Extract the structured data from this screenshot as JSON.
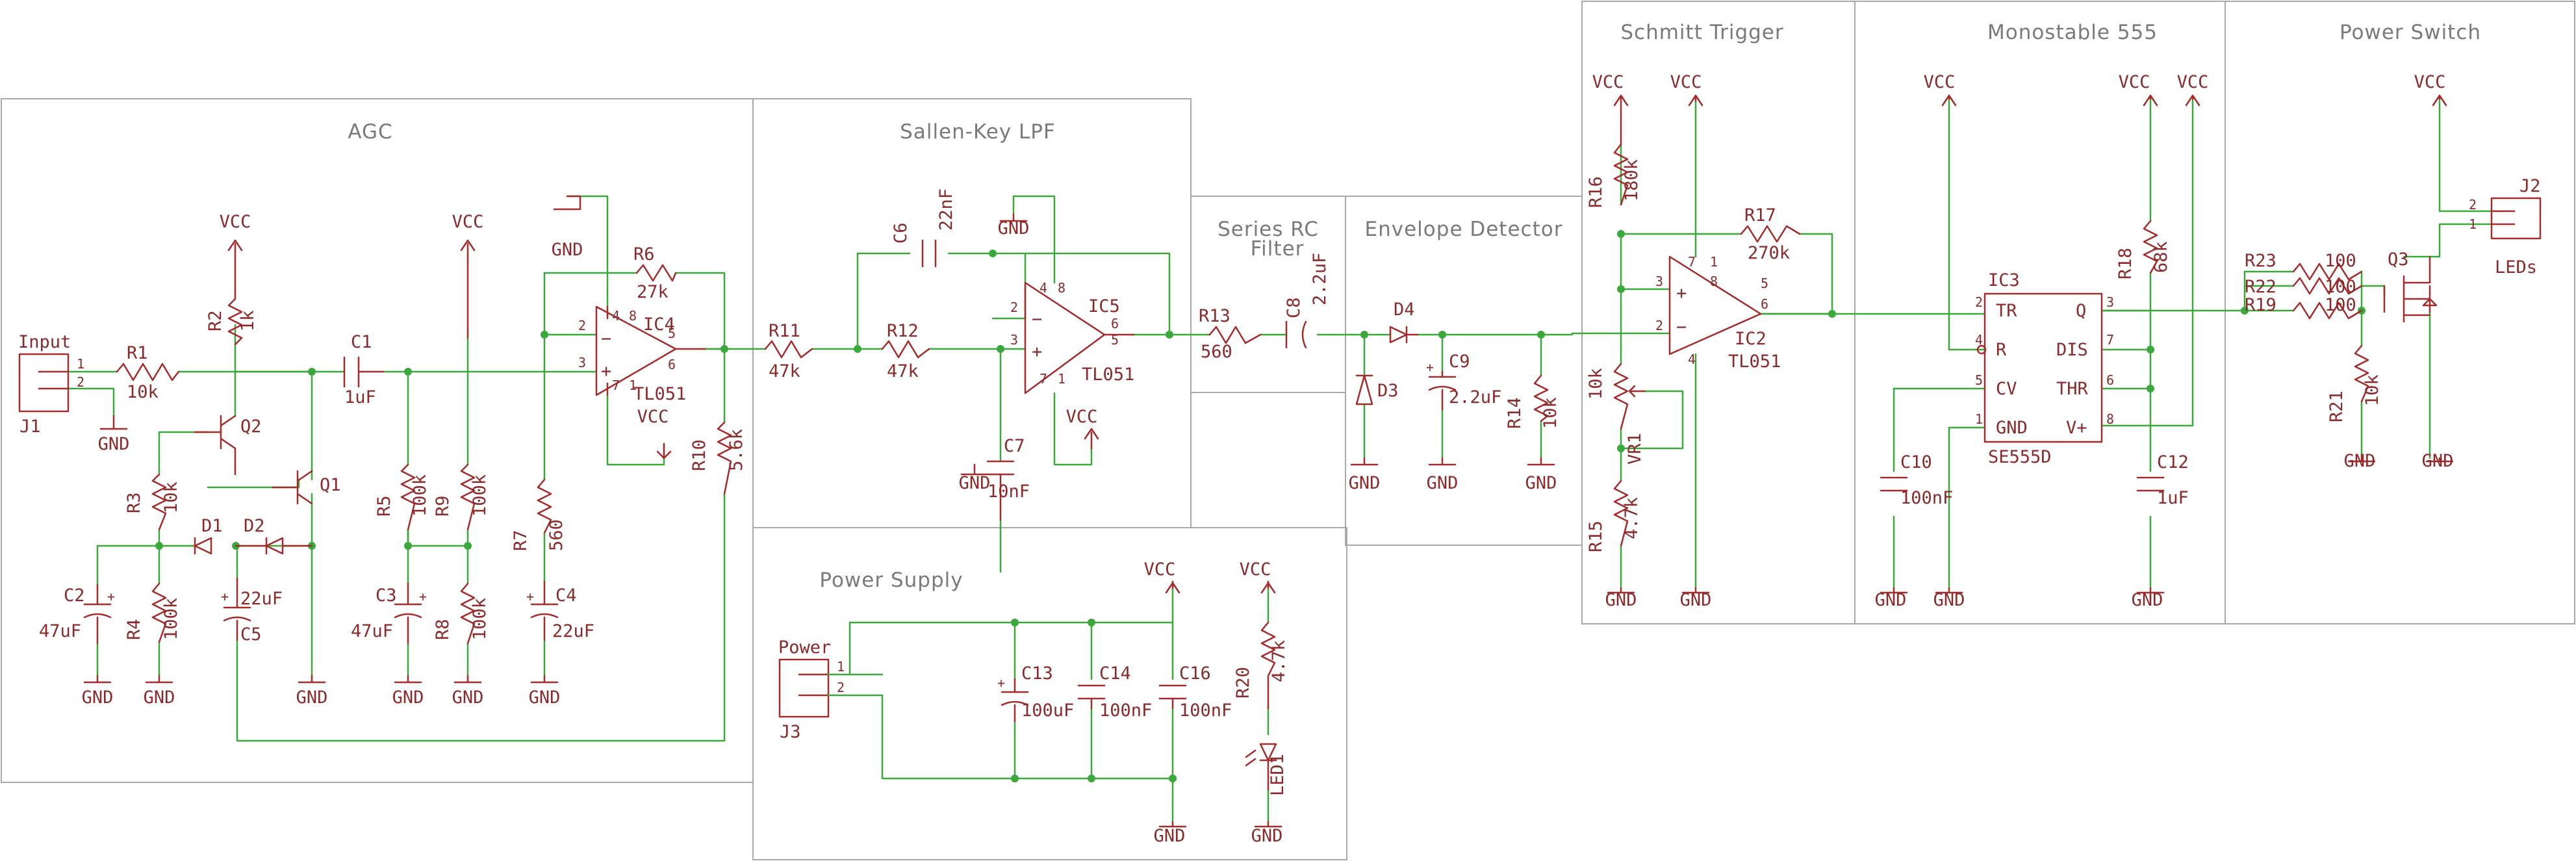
{
  "sections": {
    "agc": "AGC",
    "sallen": "Sallen-Key LPF",
    "series_rc_1": "Series RC",
    "series_rc_2": "Filter",
    "envelope": "Envelope Detector",
    "schmitt": "Schmitt Trigger",
    "mono": "Monostable 555",
    "power_switch": "Power Switch",
    "power_supply": "Power Supply"
  },
  "nets": {
    "vcc": "VCC",
    "gnd": "GND"
  },
  "pins": {
    "p1": "1",
    "p2": "2",
    "p3": "3",
    "p4": "4",
    "p5": "5",
    "p6": "6",
    "p7": "7",
    "p8": "8"
  },
  "parts": {
    "J1": {
      "ref": "J1",
      "value": "Input"
    },
    "R1": {
      "ref": "R1",
      "value": "10k"
    },
    "R2": {
      "ref": "R2",
      "value": "1k"
    },
    "R3": {
      "ref": "R3",
      "value": "10k"
    },
    "R4": {
      "ref": "R4",
      "value": "100k"
    },
    "Q1": {
      "ref": "Q1"
    },
    "Q2": {
      "ref": "Q2"
    },
    "D1": {
      "ref": "D1"
    },
    "D2": {
      "ref": "D2"
    },
    "C1": {
      "ref": "C1",
      "value": "1uF"
    },
    "C2": {
      "ref": "C2",
      "value": "47uF"
    },
    "C3": {
      "ref": "C3",
      "value": "47uF"
    },
    "C4": {
      "ref": "C4",
      "value": "22uF"
    },
    "C5": {
      "ref": "C5",
      "value": "22uF"
    },
    "R5": {
      "ref": "R5",
      "value": "100k"
    },
    "R8": {
      "ref": "R8",
      "value": "100k"
    },
    "R9": {
      "ref": "R9",
      "value": "100k"
    },
    "R7": {
      "ref": "R7",
      "value": "560"
    },
    "R6": {
      "ref": "R6",
      "value": "27k"
    },
    "R10": {
      "ref": "R10",
      "value": "5.6k"
    },
    "IC4": {
      "ref": "IC4",
      "value": "TL051"
    },
    "R11": {
      "ref": "R11",
      "value": "47k"
    },
    "R12": {
      "ref": "R12",
      "value": "47k"
    },
    "C6": {
      "ref": "C6",
      "value": "22nF"
    },
    "C7": {
      "ref": "C7",
      "value": "10nF"
    },
    "IC5": {
      "ref": "IC5",
      "value": "TL051"
    },
    "R13": {
      "ref": "R13",
      "value": "560"
    },
    "C8": {
      "ref": "C8",
      "value": "2.2uF"
    },
    "D3": {
      "ref": "D3"
    },
    "D4": {
      "ref": "D4"
    },
    "C9": {
      "ref": "C9",
      "value": "2.2uF"
    },
    "R14": {
      "ref": "R14",
      "value": "10k"
    },
    "R16": {
      "ref": "R16",
      "value": "180k"
    },
    "R17": {
      "ref": "R17",
      "value": "270k"
    },
    "VR1": {
      "ref": "VR1",
      "value": "10k"
    },
    "R15": {
      "ref": "R15",
      "value": "4.7k"
    },
    "IC2": {
      "ref": "IC2",
      "value": "TL051"
    },
    "IC3": {
      "ref": "IC3",
      "value": "SE555D",
      "tr": "TR",
      "r": "R",
      "cv": "CV",
      "gnd": "GND",
      "q": "Q",
      "dis": "DIS",
      "thr": "THR",
      "vp": "V+"
    },
    "R18": {
      "ref": "R18",
      "value": "68k"
    },
    "C10": {
      "ref": "C10",
      "value": "100nF"
    },
    "C12": {
      "ref": "C12",
      "value": "1uF"
    },
    "R23": {
      "ref": "R23",
      "value": "100"
    },
    "R22": {
      "ref": "R22",
      "value": "100"
    },
    "R19": {
      "ref": "R19",
      "value": "100"
    },
    "R21": {
      "ref": "R21",
      "value": "10k"
    },
    "Q3": {
      "ref": "Q3"
    },
    "J2": {
      "ref": "J2",
      "value": "LEDs"
    },
    "J3": {
      "ref": "J3",
      "value": "Power"
    },
    "C13": {
      "ref": "C13",
      "value": "100uF"
    },
    "C14": {
      "ref": "C14",
      "value": "100nF"
    },
    "C16": {
      "ref": "C16",
      "value": "100nF"
    },
    "R20": {
      "ref": "R20",
      "value": "4.7k"
    },
    "LED1": {
      "ref": "LED1"
    }
  }
}
